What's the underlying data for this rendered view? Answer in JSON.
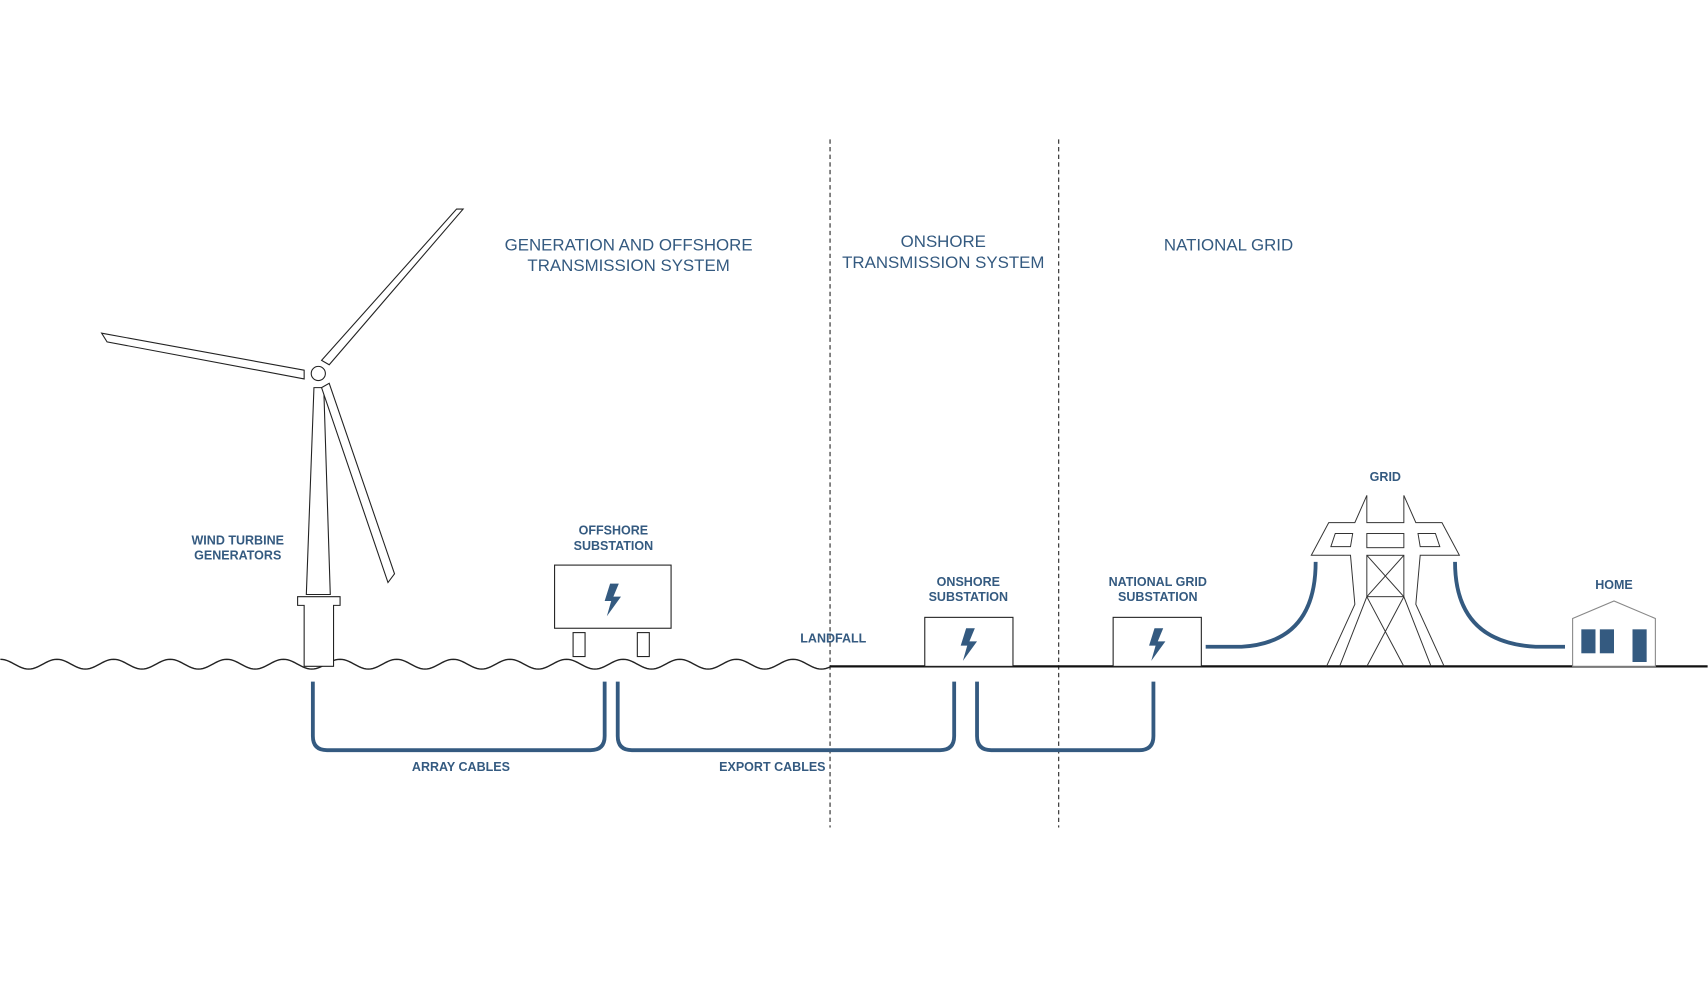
{
  "colors": {
    "accent": "#345a80",
    "line": "#222222",
    "background": "#ffffff"
  },
  "zones": [
    {
      "line1": "GENERATION AND OFFSHORE",
      "line2": "TRANSMISSION SYSTEM"
    },
    {
      "line1": "ONSHORE",
      "line2": "TRANSMISSION SYSTEM"
    },
    {
      "line1": "NATIONAL GRID"
    }
  ],
  "labels": {
    "wind_turbine": {
      "line1": "WIND TURBINE",
      "line2": "GENERATORS"
    },
    "offshore_substation": {
      "line1": "OFFSHORE",
      "line2": "SUBSTATION"
    },
    "landfall": "LANDFALL",
    "onshore_substation": {
      "line1": "ONSHORE",
      "line2": "SUBSTATION"
    },
    "national_grid_substation": {
      "line1": "NATIONAL GRID",
      "line2": "SUBSTATION"
    },
    "grid": "GRID",
    "home": "HOME",
    "array_cables": "ARRAY CABLES",
    "export_cables": "EXPORT CABLES"
  }
}
